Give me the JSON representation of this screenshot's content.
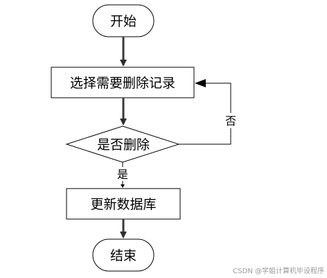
{
  "nodes": {
    "start": "开始",
    "select": "选择需要删除记录",
    "decision": "是否删除",
    "update": "更新数据库",
    "end": "结束"
  },
  "edges": {
    "yes": "是",
    "no": "否"
  },
  "watermark": "CSDN @学姐计算机毕设程序",
  "colors": {
    "stroke": "#000000",
    "arrow": "#3a3a3a",
    "background": "#ffffff",
    "watermark": "#9a9a9a"
  }
}
